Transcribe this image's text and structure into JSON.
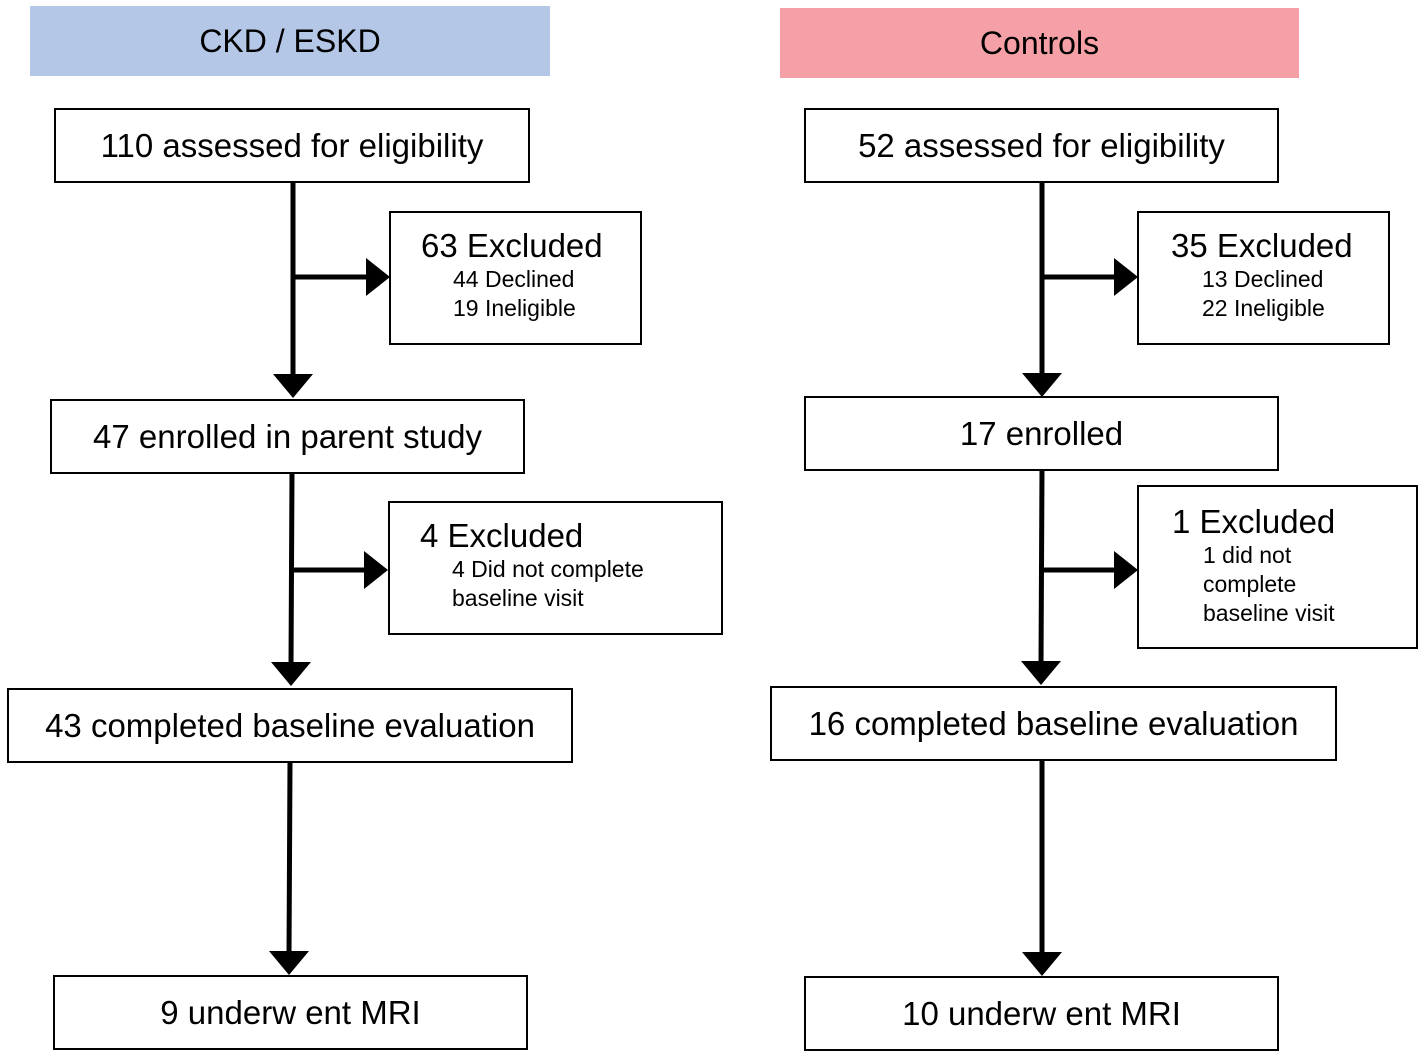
{
  "colors": {
    "ckd_header": "#b4c7e7",
    "controls_header": "#f4a0a6",
    "line": "#000000"
  },
  "ckd": {
    "header": "CKD / ESKD",
    "assessed": "110 assessed for eligibility",
    "excluded1": {
      "title": "63 Excluded",
      "lines": [
        "44 Declined",
        "19 Ineligible"
      ]
    },
    "enrolled": "47 enrolled in parent study",
    "excluded2": {
      "title": "4 Excluded",
      "lines": [
        "4 Did not complete",
        "baseline  visit"
      ]
    },
    "baseline": "43 completed baseline evaluation",
    "mri": "9 underw ent MRI"
  },
  "controls": {
    "header": "Controls",
    "assessed": "52 assessed for eligibility",
    "excluded1": {
      "title": "35 Excluded",
      "lines": [
        "13 Declined",
        "22 Ineligible"
      ]
    },
    "enrolled": "17 enrolled",
    "excluded2": {
      "title": "1 Excluded",
      "lines": [
        "1 did not",
        "complete",
        "baseline  visit"
      ]
    },
    "baseline": "16 completed baseline evaluation",
    "mri": "10 underw ent MRI"
  }
}
